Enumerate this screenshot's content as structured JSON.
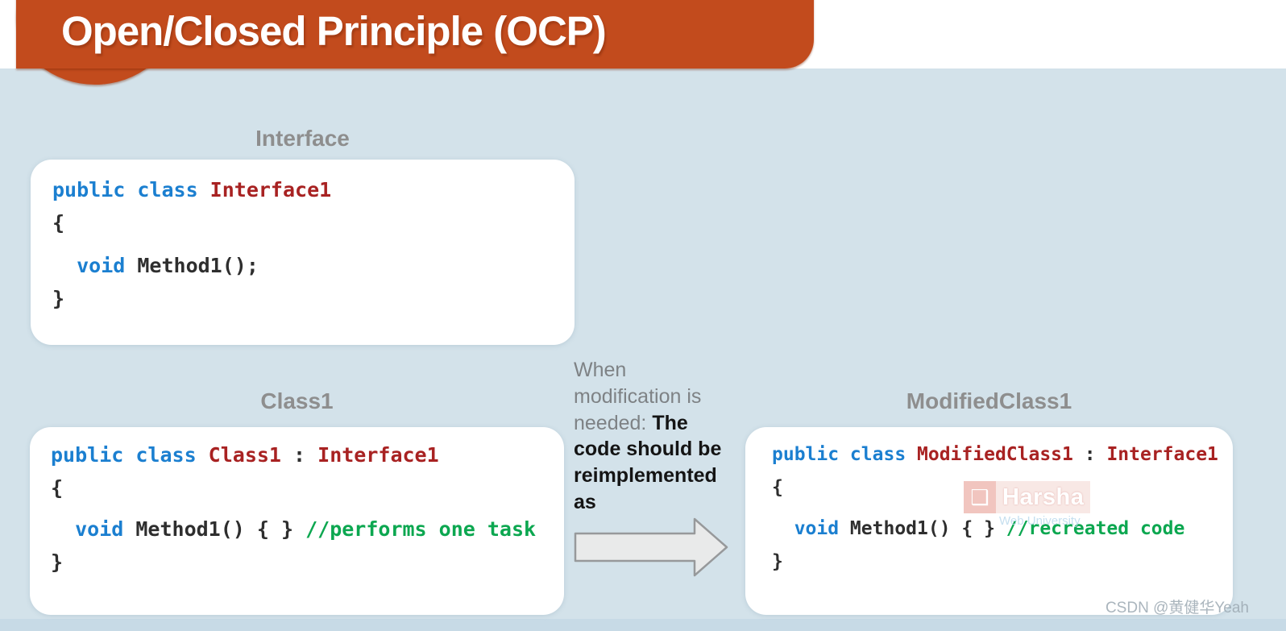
{
  "title": "Open/Closed Principle (OCP)",
  "colors": {
    "banner_orange": "#c24b1d",
    "background_blue": "#d3e2ea",
    "bottom_strip_blue": "#c7dae6",
    "keyword_blue": "#1b7fd0",
    "type_red": "#a82222",
    "comment_green": "#0ca750",
    "label_gray": "#8e8e8e",
    "card_white": "#ffffff"
  },
  "boxes": {
    "interface": {
      "label": "Interface",
      "l1": [
        {
          "kind": "keyword",
          "text": "public class "
        },
        {
          "kind": "type",
          "text": "Interface1"
        }
      ],
      "l2": "{",
      "l3": [
        {
          "kind": "keyword",
          "text": "void"
        },
        {
          "kind": "plain",
          "text": " Method1();"
        }
      ],
      "l4": "}"
    },
    "class1": {
      "label": "Class1",
      "l1": [
        {
          "kind": "keyword",
          "text": "public class "
        },
        {
          "kind": "type",
          "text": "Class1"
        },
        {
          "kind": "plain",
          "text": " : "
        },
        {
          "kind": "type",
          "text": "Interface1"
        }
      ],
      "l2": "{",
      "l3": [
        {
          "kind": "keyword",
          "text": "void"
        },
        {
          "kind": "plain",
          "text": " Method1() { } "
        },
        {
          "kind": "comment",
          "text": "//performs one task"
        }
      ],
      "l4": "}"
    },
    "modified": {
      "label": "ModifiedClass1",
      "l1": [
        {
          "kind": "keyword",
          "text": "public class "
        },
        {
          "kind": "type",
          "text": "ModifiedClass1"
        },
        {
          "kind": "plain",
          "text": " : "
        },
        {
          "kind": "type",
          "text": "Interface1"
        }
      ],
      "l2": "{",
      "l3": [
        {
          "kind": "keyword",
          "text": "void"
        },
        {
          "kind": "plain",
          "text": " Method1() { } "
        },
        {
          "kind": "comment",
          "text": "//recreated code"
        }
      ],
      "l4": "}"
    }
  },
  "annotation": {
    "full_text": "When modification is needed: The code should be reimplemented as",
    "lines": [
      {
        "muted": "When",
        "emph": ""
      },
      {
        "muted": "modification is",
        "emph": ""
      },
      {
        "muted": "needed: ",
        "emph": "The"
      },
      {
        "muted": "",
        "emph": "code should be"
      },
      {
        "muted": "",
        "emph": "reimplemented"
      },
      {
        "muted": "",
        "emph": "as"
      }
    ]
  },
  "arrow": {
    "icon": "right-arrow",
    "direction": "right"
  },
  "watermarks": {
    "harsha": {
      "title": "Harsha",
      "subtitle": "Web University",
      "icon": "harsha-logo"
    },
    "csdn": "CSDN @黄健华Yeah"
  }
}
